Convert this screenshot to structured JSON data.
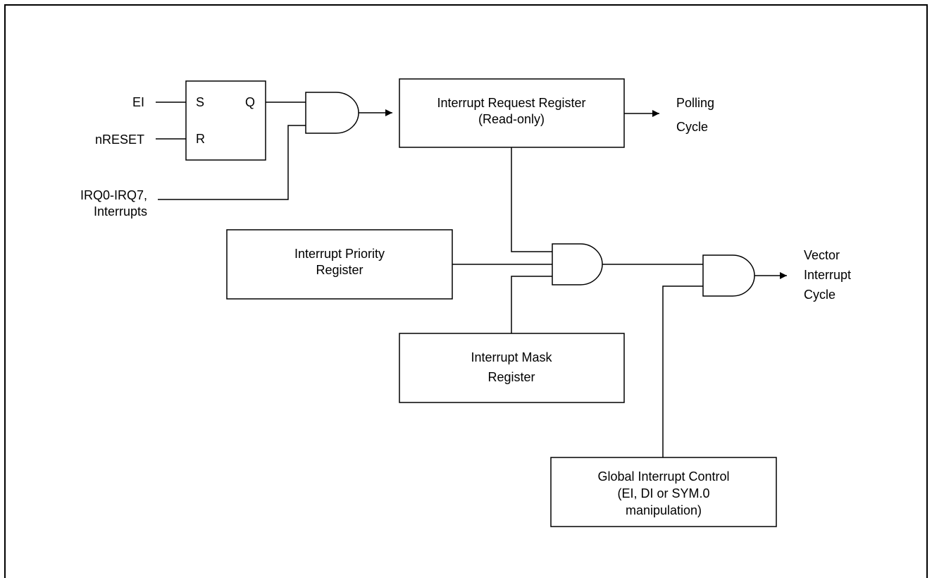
{
  "flipflop": {
    "s": "S",
    "q": "Q",
    "r": "R"
  },
  "inputs": {
    "ei": "EI",
    "nreset": "nRESET",
    "irq_line1": "IRQ0-IRQ7,",
    "irq_line2": "Interrupts"
  },
  "request_register": {
    "line1": "Interrupt Request Register",
    "line2": "(Read-only)"
  },
  "polling": {
    "line1": "Polling",
    "line2": "Cycle"
  },
  "priority_register": {
    "line1": "Interrupt Priority",
    "line2": "Register"
  },
  "mask_register": {
    "line1": "Interrupt Mask",
    "line2": "Register"
  },
  "vector": {
    "line1": "Vector",
    "line2": "Interrupt",
    "line3": "Cycle"
  },
  "global_control": {
    "line1": "Global Interrupt Control",
    "line2": "(EI, DI or SYM.0",
    "line3": "manipulation)"
  }
}
